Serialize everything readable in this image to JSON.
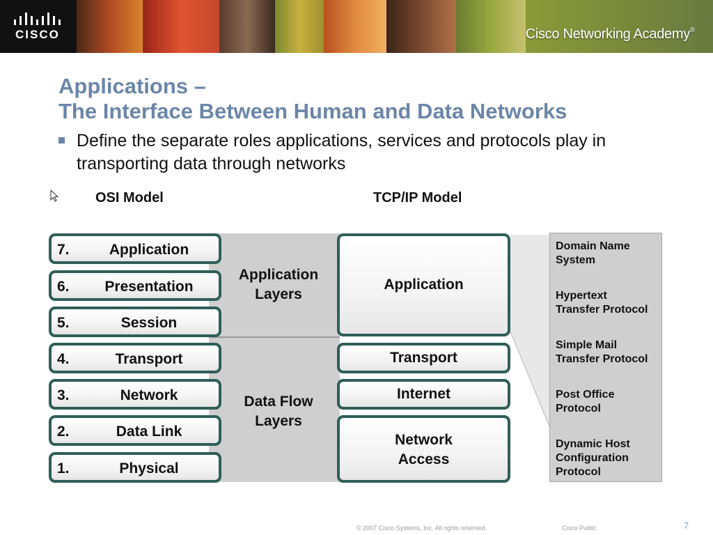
{
  "banner": {
    "logo_text": "CISCO",
    "academy_text": "Cisco Networking Academy",
    "academy_mark": "®"
  },
  "slide": {
    "title_line1": "Applications –",
    "title_line2": "The Interface Between Human and Data Networks",
    "bullet": "Define the separate roles applications, services and protocols play in transporting data through networks"
  },
  "diagram": {
    "osi_heading": "OSI Model",
    "tcp_heading": "TCP/IP Model",
    "osi_layers": [
      {
        "num": "7.",
        "name": "Application"
      },
      {
        "num": "6.",
        "name": "Presentation"
      },
      {
        "num": "5.",
        "name": "Session"
      },
      {
        "num": "4.",
        "name": "Transport"
      },
      {
        "num": "3.",
        "name": "Network"
      },
      {
        "num": "2.",
        "name": "Data Link"
      },
      {
        "num": "1.",
        "name": "Physical"
      }
    ],
    "groups": {
      "application": {
        "line1": "Application",
        "line2": "Layers"
      },
      "dataflow": {
        "line1": "Data Flow",
        "line2": "Layers"
      }
    },
    "tcp_layers": [
      {
        "line1": "Application"
      },
      {
        "line1": "Transport"
      },
      {
        "line1": "Internet"
      },
      {
        "line1": "Network",
        "line2": "Access"
      }
    ],
    "protocols": [
      {
        "line1": "Domain Name",
        "line2": "System"
      },
      {
        "line1": "Hypertext",
        "line2": "Transfer Protocol"
      },
      {
        "line1": "Simple Mail",
        "line2": "Transfer Protocol"
      },
      {
        "line1": "Post Office",
        "line2": "Protocol"
      },
      {
        "line1": "Dynamic Host",
        "line2": "Configuration",
        "line3": "Protocol"
      }
    ],
    "colors": {
      "layer_border": "#2f5e58",
      "band_gray": "#cfcfcf",
      "title_blue": "#6b86a8"
    }
  },
  "footer": {
    "copyright": "© 2007 Cisco Systems, Inc. All rights reserved.",
    "classification": "Cisco Public",
    "page": "7"
  }
}
